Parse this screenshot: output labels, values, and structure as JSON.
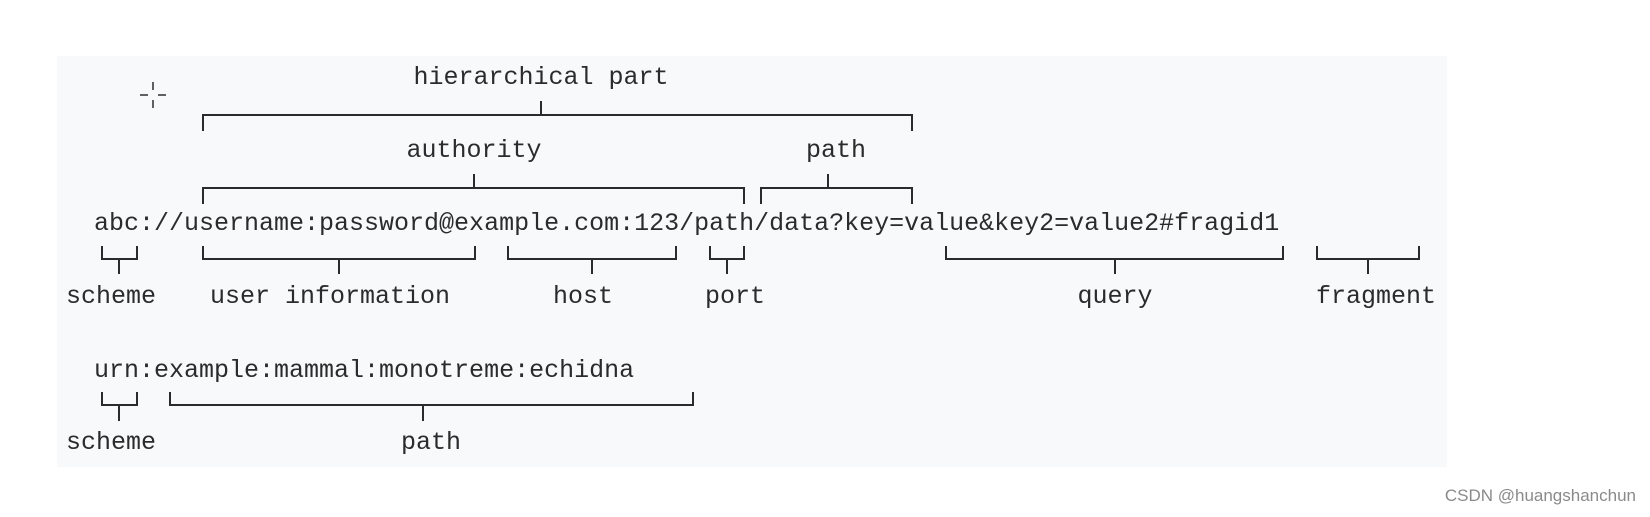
{
  "uri_examples": [
    {
      "uri": "abc://username:password@example.com:123/path/data?key=value&key2=value2#fragid1",
      "upper_labels": {
        "hierarchical_part": "hierarchical part",
        "authority": "authority",
        "path": "path"
      },
      "lower_labels": {
        "scheme": "scheme",
        "user_information": "user information",
        "host": "host",
        "port": "port",
        "query": "query",
        "fragment": "fragment"
      }
    },
    {
      "uri": "urn:example:mammal:monotreme:echidna",
      "lower_labels": {
        "scheme": "scheme",
        "path": "path"
      }
    }
  ],
  "watermark": "CSDN @huangshanchun",
  "colors": {
    "panel_background": "#f8f9fb",
    "text": "#2b2b2b",
    "watermark": "#8a8a8a"
  },
  "icons": [
    "crosshair-icon"
  ]
}
